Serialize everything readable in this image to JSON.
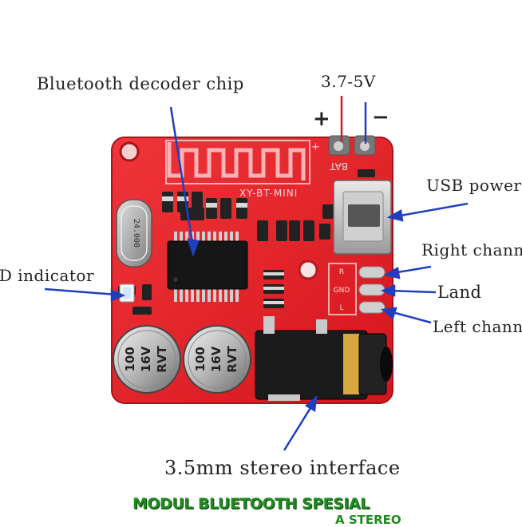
{
  "labels": {
    "chip": "Bluetooth decoder chip",
    "voltage": "3.7-5V",
    "plus": "+",
    "minus": "−",
    "usb": "USB powered",
    "right_channel": "Right channel",
    "land": "Land",
    "left_channel": "Left channel",
    "led": "LED indicator",
    "audio": "3.5mm stereo interface"
  },
  "board": {
    "model": "XY-BT-MINI",
    "bat": "BAT",
    "pad_r": "R",
    "pad_gnd": "GND",
    "pad_l": "L",
    "crystal": "24.000",
    "cap_left": [
      "100",
      "16V",
      "RVT"
    ],
    "cap_right": [
      "100",
      "16V",
      "RVT"
    ]
  },
  "banner": {
    "line1": "MODUL BLUETOOTH SPESIAL",
    "line2": "A STEREO"
  },
  "colors": {
    "pcb": "#e8232a",
    "pcb_dark": "#b3141b",
    "arrow": "#1f3fbf",
    "banner": "#1e8c1e"
  }
}
